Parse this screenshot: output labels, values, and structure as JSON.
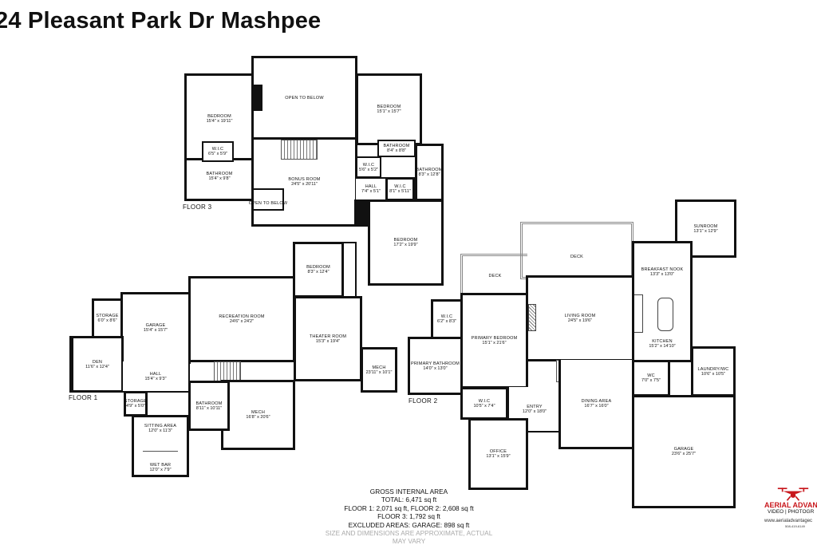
{
  "title": "24 Pleasant Park Dr Mashpee",
  "floor3": {
    "label": "FLOOR 3",
    "rooms": [
      {
        "name": "BEDROOM",
        "dims": "15'4\" x 19'11\""
      },
      {
        "name": "OPEN TO BELOW",
        "dims": ""
      },
      {
        "name": "BEDROOM",
        "dims": "15'1\" x 15'7\""
      },
      {
        "name": "W.I.C",
        "dims": "6'5\" x 5'9\""
      },
      {
        "name": "BATHROOM",
        "dims": "15'4\" x 9'8\""
      },
      {
        "name": "BONUS ROOM",
        "dims": "24'5\" x 20'11\""
      },
      {
        "name": "OPEN TO BELOW",
        "dims": ""
      },
      {
        "name": "BATHROOM",
        "dims": "8'4\" x 8'8\""
      },
      {
        "name": "W.I.C",
        "dims": "5'6\" x 5'2\""
      },
      {
        "name": "BATHROOM",
        "dims": "8'3\" x 12'8\""
      },
      {
        "name": "HALL",
        "dims": "7'4\" x 5'1\""
      },
      {
        "name": "W.I.C",
        "dims": "8'1\" x 5'11\""
      },
      {
        "name": "BEDROOM",
        "dims": "17'2\" x 19'9\""
      }
    ]
  },
  "floor1": {
    "label": "FLOOR 1",
    "rooms": [
      {
        "name": "BEDROOM",
        "dims": "8'3\" x 12'4\""
      },
      {
        "name": "STORAGE",
        "dims": "6'0\" x 8'6\""
      },
      {
        "name": "GARAGE",
        "dims": "15'4\" x 15'7\""
      },
      {
        "name": "DEN",
        "dims": "11'6\" x 12'4\""
      },
      {
        "name": "RECREATION ROOM",
        "dims": "24'6\" x 24'2\""
      },
      {
        "name": "THEATER ROOM",
        "dims": "15'3\" x 19'4\""
      },
      {
        "name": "MECH",
        "dims": "23'11\" x 10'1\""
      },
      {
        "name": "HALL",
        "dims": "15'4\" x 9'3\""
      },
      {
        "name": "STORAGE",
        "dims": "4'9\" x 5'0\""
      },
      {
        "name": "BATHROOM",
        "dims": "8'11\" x 10'11\""
      },
      {
        "name": "MECH",
        "dims": "16'8\" x 20'6\""
      },
      {
        "name": "SITTING AREA",
        "dims": "12'0\" x 11'3\""
      },
      {
        "name": "WET BAR",
        "dims": "12'0\" x 7'9\""
      }
    ]
  },
  "floor2": {
    "label": "FLOOR 2",
    "rooms": [
      {
        "name": "DECK",
        "dims": ""
      },
      {
        "name": "DECK",
        "dims": ""
      },
      {
        "name": "SUNROOM",
        "dims": "13'1\" x 12'9\""
      },
      {
        "name": "BREAKFAST NOOK",
        "dims": "13'3\" x 13'0\""
      },
      {
        "name": "LIVING ROOM",
        "dims": "24'5\" x 19'6\""
      },
      {
        "name": "KITCHEN",
        "dims": "15'2\" x 14'10\""
      },
      {
        "name": "W.I.C",
        "dims": "6'2\" x 8'3\""
      },
      {
        "name": "PRIMARY BEDROOM",
        "dims": "15'1\" x 21'6\""
      },
      {
        "name": "PRIMARY BATHROOM",
        "dims": "14'0\" x 13'0\""
      },
      {
        "name": "WC",
        "dims": "7'0\" x 7'5\""
      },
      {
        "name": "LAUNDRY/WC",
        "dims": "10'6\" x 10'5\""
      },
      {
        "name": "W.I.C",
        "dims": "10'5\" x 7'4\""
      },
      {
        "name": "ENTRY",
        "dims": "12'0\" x 18'0\""
      },
      {
        "name": "DINING AREA",
        "dims": "16'7\" x 16'0\""
      },
      {
        "name": "OFFICE",
        "dims": "13'1\" x 15'9\""
      },
      {
        "name": "GARAGE",
        "dims": "23'6\" x 25'7\""
      }
    ]
  },
  "area": {
    "heading": "GROSS INTERNAL AREA",
    "total": "TOTAL: 6,471 sq ft",
    "floors12": "FLOOR 1: 2,071 sq ft, FLOOR 2: 2,608 sq ft",
    "floor3": "FLOOR 3: 1,792 sq ft",
    "excluded": "EXCLUDED AREAS: GARAGE: 898 sq ft",
    "note": "SIZE AND DIMENSIONS ARE APPROXIMATE, ACTUAL MAY VARY"
  },
  "logo": {
    "name": "AERIAL ADVAN",
    "tagline": "VIDEO | PHOTOGR",
    "website": "www.aerialadvantagec",
    "phone": "508-419-6149",
    "color": "#c8171c"
  }
}
